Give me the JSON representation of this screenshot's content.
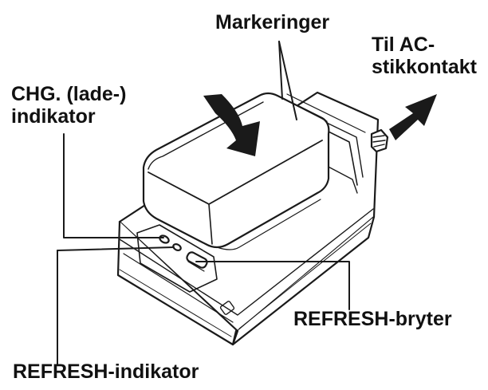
{
  "labels": {
    "markings": "Markeringer",
    "ac_line1": "Til AC-",
    "ac_line2": "stikkontakt",
    "chg_line1": "CHG. (lade-)",
    "chg_line2": "indikator",
    "refresh_switch": "REFRESH-bryter",
    "refresh_indicator": "REFRESH-indikator"
  },
  "colors": {
    "ink": "#111111",
    "arrow": "#1a1a1a"
  }
}
